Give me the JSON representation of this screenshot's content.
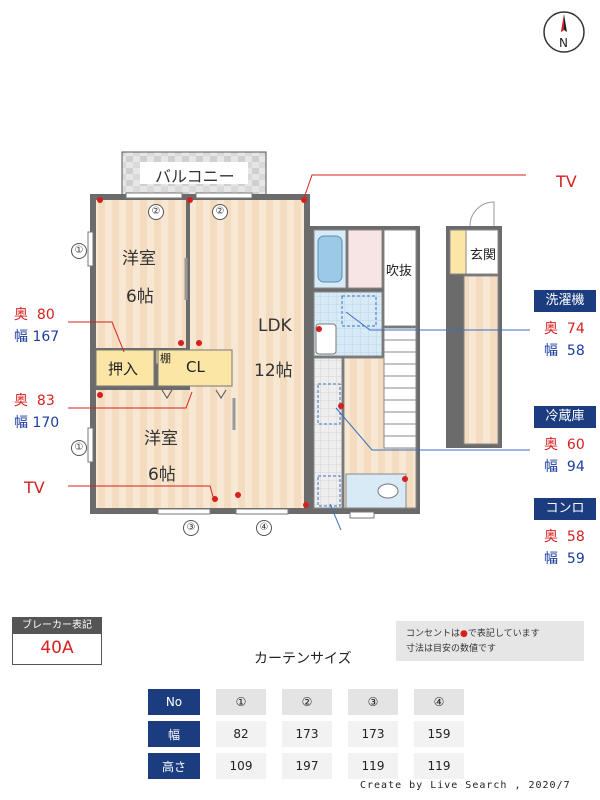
{
  "compass": {
    "label": "N"
  },
  "rooms": {
    "balcony": "バルコニー",
    "western1_name": "洋室",
    "western1_size": "6帖",
    "western2_name": "洋室",
    "western2_size": "6帖",
    "ldk_name": "LDK",
    "ldk_size": "12帖",
    "closet": "押入",
    "shelf": "棚",
    "cl": "CL",
    "atrium": "吹抜",
    "entrance": "玄関"
  },
  "labels": {
    "tv_top": "TV",
    "tv_left": "TV",
    "depth": "奥",
    "width": "幅"
  },
  "closet_dims": {
    "depth": "80",
    "width": "167"
  },
  "cl_dims": {
    "depth": "83",
    "width": "170"
  },
  "appliances": [
    {
      "name": "洗濯機",
      "depth": "74",
      "width": "58"
    },
    {
      "name": "冷蔵庫",
      "depth": "60",
      "width": "94"
    },
    {
      "name": "コンロ",
      "depth": "58",
      "width": "59"
    }
  ],
  "windows": [
    "①",
    "②",
    "②",
    "①",
    "③",
    "④"
  ],
  "breaker": {
    "title": "ブレーカー表記",
    "value": "40A"
  },
  "notes": {
    "line1": "コンセントは",
    "line1b": "で表記しています",
    "line2": "寸法は目安の数値です"
  },
  "curtain": {
    "title": "カーテンサイズ",
    "header": [
      "No",
      "①",
      "②",
      "③",
      "④"
    ],
    "rows": [
      {
        "label": "幅",
        "values": [
          "82",
          "173",
          "173",
          "159"
        ]
      },
      {
        "label": "高さ",
        "values": [
          "109",
          "197",
          "119",
          "119"
        ]
      }
    ]
  },
  "credit": "Create by Live Search , 2020/7",
  "colors": {
    "accent_blue": "#1b3d7f",
    "red": "#d6201f",
    "floor": "#f1dcc1",
    "closet": "#fbe6a5"
  }
}
